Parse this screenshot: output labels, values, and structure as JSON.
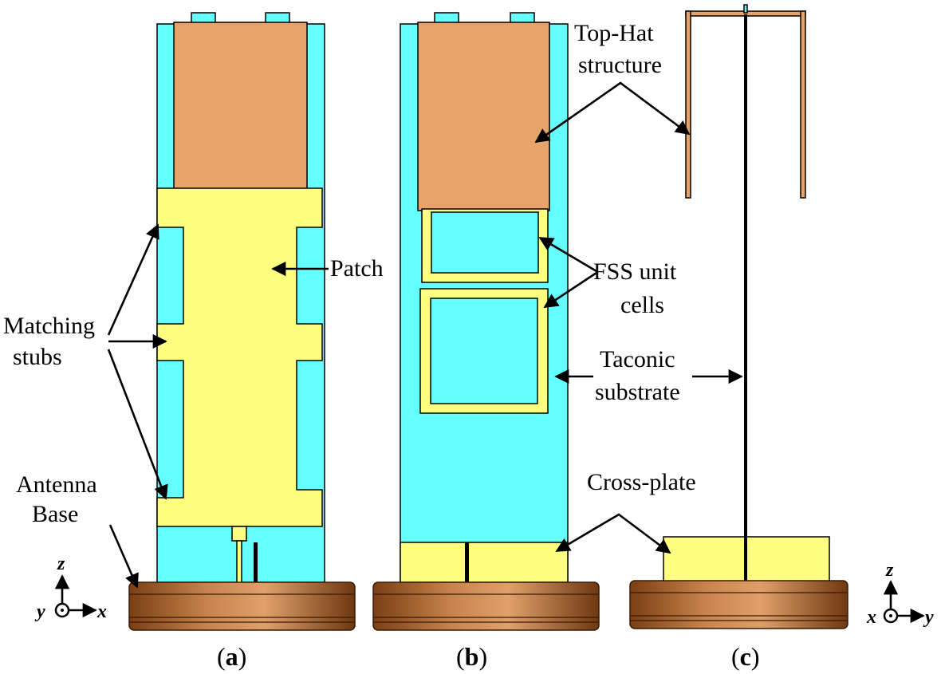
{
  "labels": {
    "patch": "Patch",
    "matching_1": "Matching",
    "matching_2": "stubs",
    "antenna_1": "Antenna",
    "antenna_2": "Base",
    "tophat_1": "Top-Hat",
    "tophat_2": "structure",
    "fss_1": "FSS unit",
    "fss_2": "cells",
    "taconic_1": "Taconic",
    "taconic_2": "substrate",
    "crossplate": "Cross-plate"
  },
  "captions": {
    "a_open": "(",
    "a_letter": "a",
    "a_close": ")",
    "b_open": "(",
    "b_letter": "b",
    "b_close": ")",
    "c_open": "(",
    "c_letter": "c",
    "c_close": ")"
  },
  "axes": {
    "left": {
      "vertical": "z",
      "into": "y",
      "horizontal": "x"
    },
    "right": {
      "vertical": "z",
      "into": "x",
      "horizontal": "y"
    }
  },
  "colors": {
    "substrate": "#66ffff",
    "patch": "#ffff80",
    "tophat": "#e8a468",
    "base": "#9c5a2c",
    "base_light": "#c8844c"
  }
}
